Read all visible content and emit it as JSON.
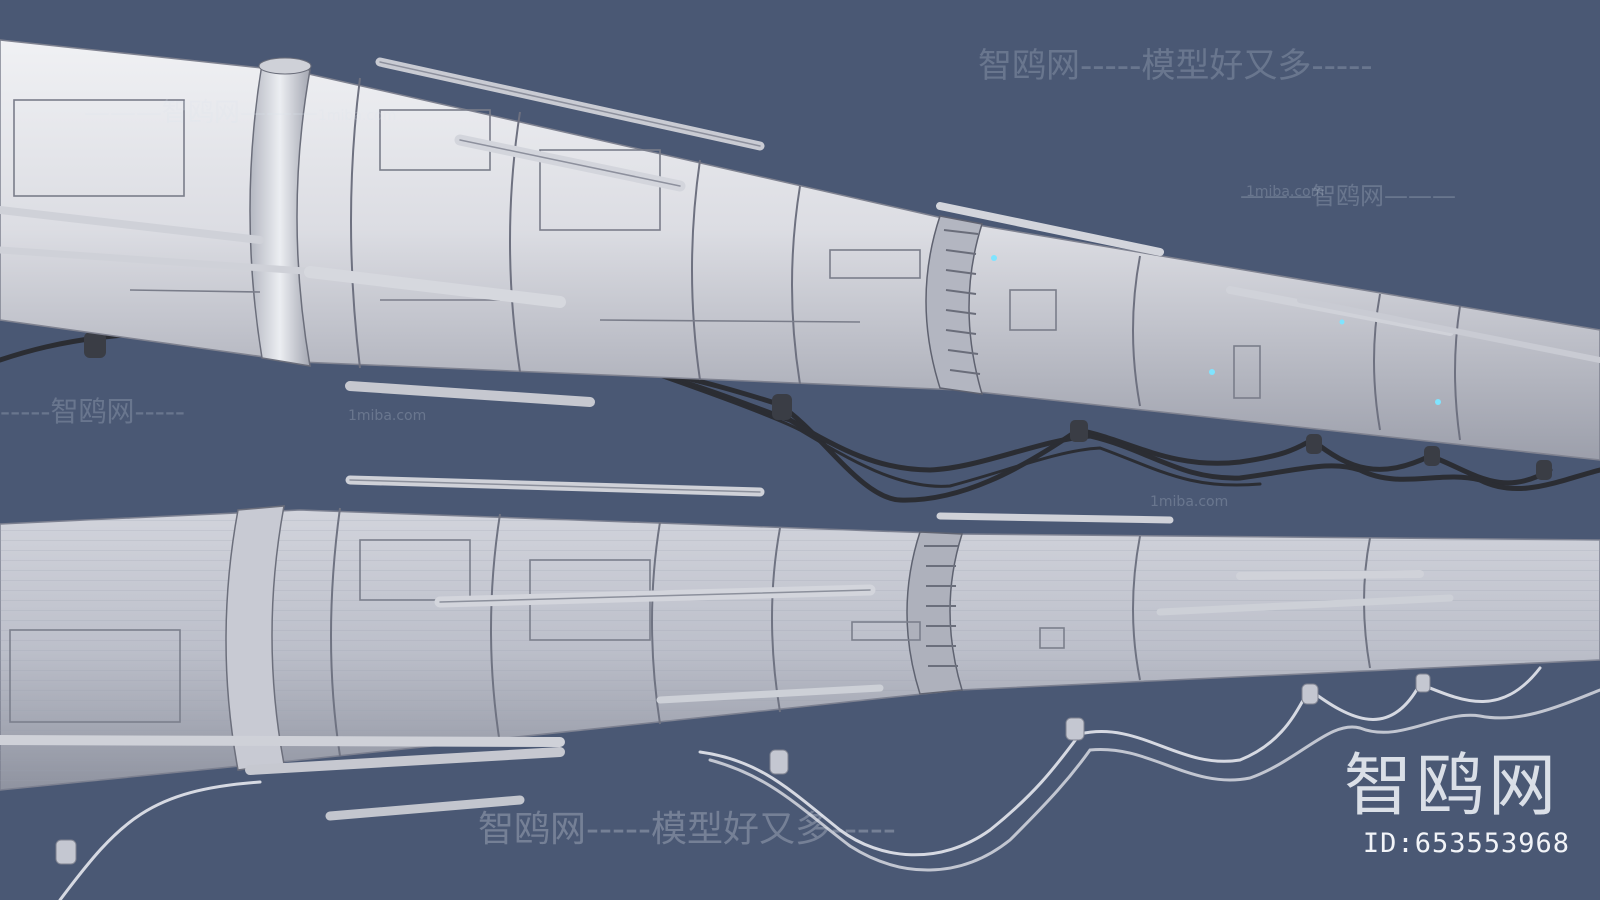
{
  "colors": {
    "background": "#4a5874",
    "pipe_rendered": "#dcdde3",
    "pipe_wireframe": "#b9bcc8",
    "cable": "#2b2d33",
    "accent_light": "#7fe4ff"
  },
  "watermarks": {
    "line_full": "智鸥网-----模型好又多-----",
    "line_brand": "———智鸥网———",
    "line_left": "-----智鸥网-----",
    "line_bottom": "智鸥网-----模型好又多-----",
    "site": "1miba.com"
  },
  "branding": {
    "logo_text": "智鸥网",
    "image_id": "ID:653553968"
  }
}
